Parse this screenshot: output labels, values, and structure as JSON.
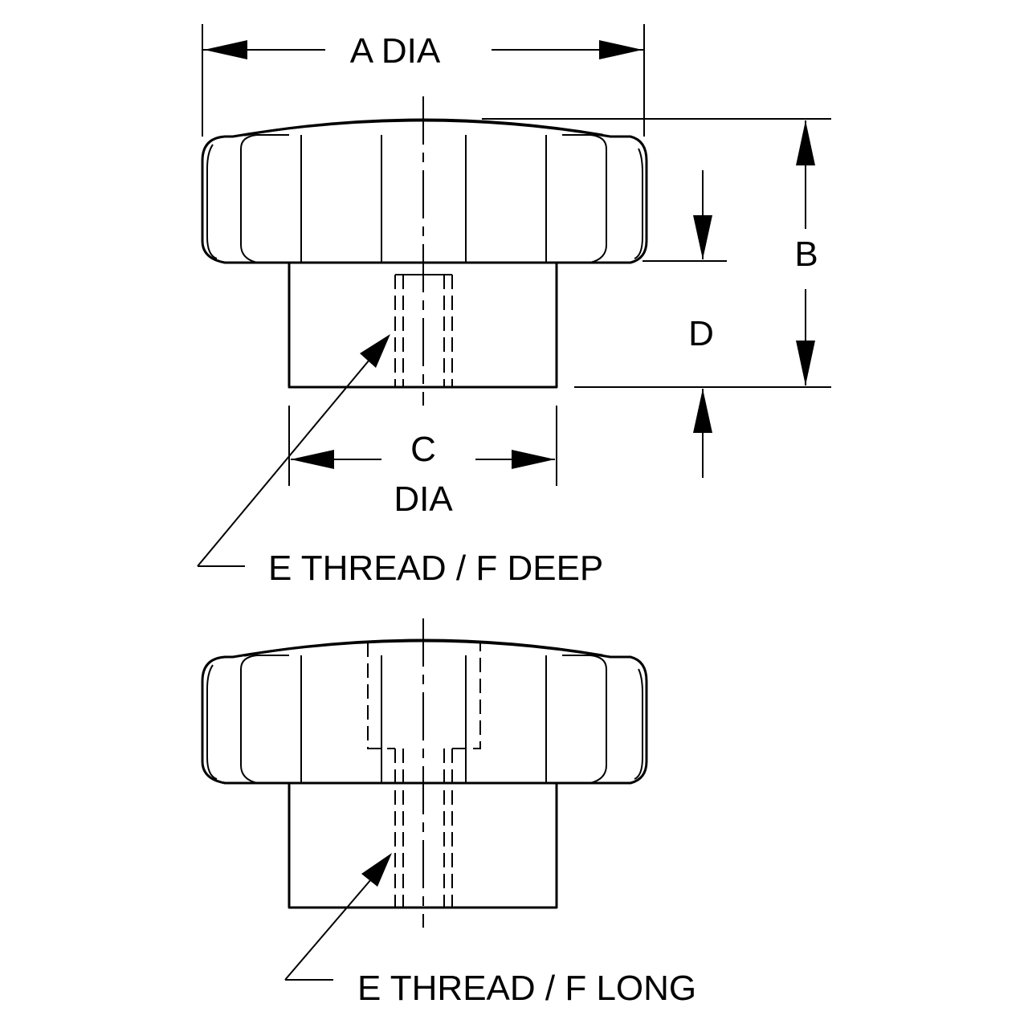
{
  "labels": {
    "a_dia": "A DIA",
    "b": "B",
    "c": "C",
    "c_dia": "DIA",
    "d": "D",
    "callout_top": "E THREAD / F DEEP",
    "callout_bottom": "E THREAD / F LONG"
  },
  "views": [
    {
      "name": "blind-tapped-hole-view"
    },
    {
      "name": "through-stud-view"
    }
  ]
}
